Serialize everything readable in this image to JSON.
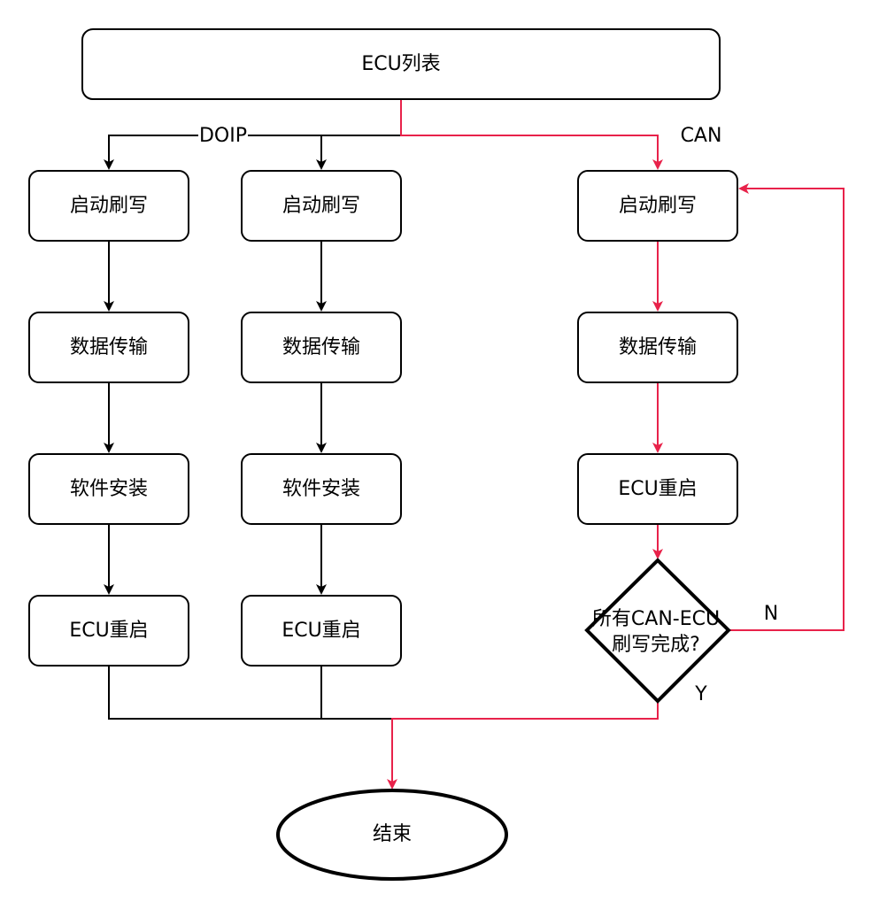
{
  "nodes": {
    "ecu_list": "ECU列表",
    "doip1": {
      "start": "启动刷写",
      "transfer": "数据传输",
      "install": "软件安装",
      "restart": "ECU重启"
    },
    "doip2": {
      "start": "启动刷写",
      "transfer": "数据传输",
      "install": "软件安装",
      "restart": "ECU重启"
    },
    "can": {
      "start": "启动刷写",
      "transfer": "数据传输",
      "restart": "ECU重启",
      "decision_line1": "所有CAN-ECU",
      "decision_line2": "刷写完成?"
    },
    "end": "结束"
  },
  "edge_labels": {
    "doip": "DOIP",
    "can": "CAN",
    "no": "N",
    "yes": "Y"
  },
  "colors": {
    "black_path": "#000000",
    "red_path": "#e8224a"
  }
}
